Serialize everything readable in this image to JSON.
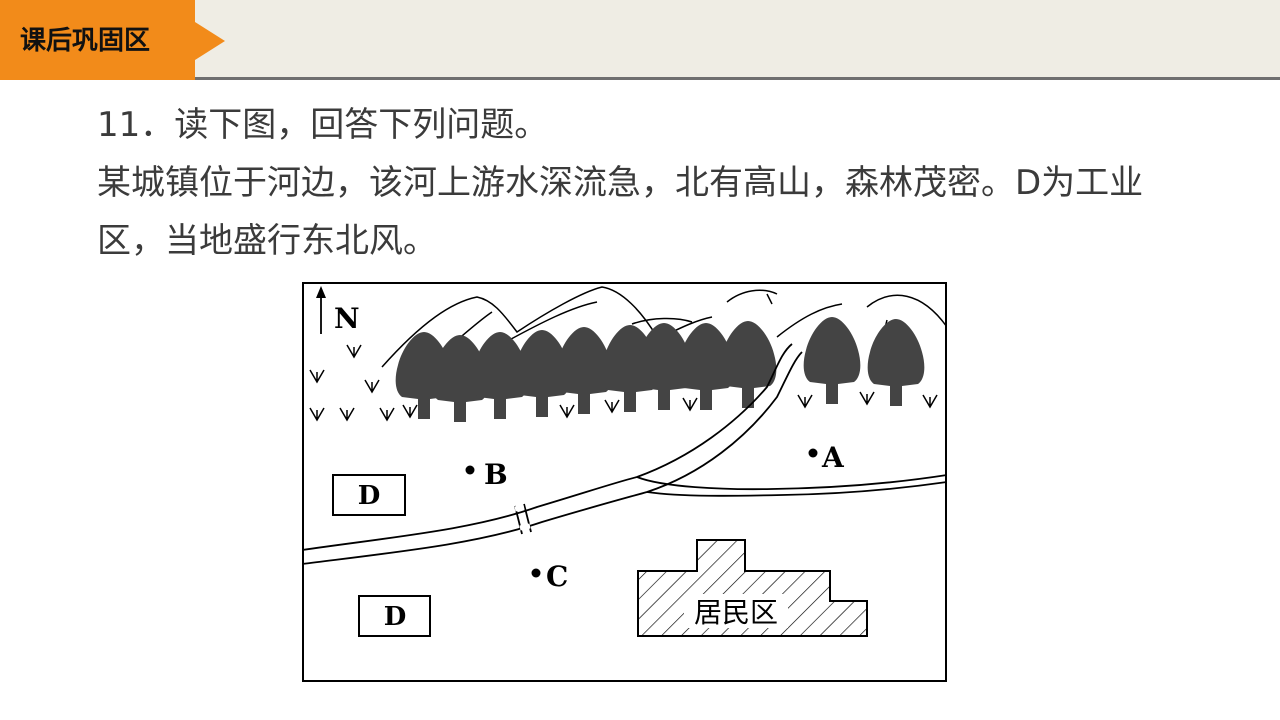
{
  "header": {
    "section_title": "课后巩固区",
    "accent_color": "#f28b1a",
    "bar_color": "#efede4"
  },
  "question": {
    "title": "11．读下图，回答下列问题。",
    "body": "某城镇位于河边，该河上游水深流急，北有高山，森林茂密。D为工业区，当地盛行东北风。"
  },
  "figure": {
    "north_label": "N",
    "point_a": "A",
    "point_b": "B",
    "point_c": "C",
    "industrial_label_1": "D",
    "industrial_label_2": "D",
    "residential_label": "居民区",
    "icons": [
      "north-arrow-icon",
      "tree-icon",
      "grass-icon",
      "mountain-icon",
      "bridge-icon"
    ]
  }
}
